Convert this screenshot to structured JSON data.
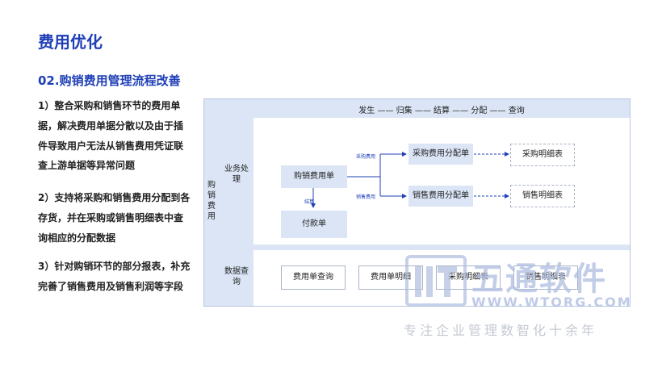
{
  "page": {
    "title": "费用优化",
    "section_title": "02.购销费用管理流程改善",
    "paragraphs": [
      "1）整合采购和销售环节的费用单据，解决费用单据分散以及由于插件导致用户无法从销售费用凭证联查上游单据等异常问题",
      "2）支持将采购和销售费用分配到各存货，并在采购或销售明细表中查询相应的分配数据",
      "3）针对购销环节的部分报表，补充完善了销售费用及销售利润等字段"
    ]
  },
  "diagram": {
    "left_label": "购销费用",
    "row1_label": "业务处理",
    "row2_label": "数据查询",
    "header": "发生 —— 归集 —— 结算 —— 分配 —— 查询",
    "nodes": {
      "expense_doc": "购销费用单",
      "payment": "付款单",
      "purchase_alloc": "采购费用分配单",
      "sales_alloc": "销售费用分配单",
      "purchase_detail": "采购明细表",
      "sales_detail": "销售明细表"
    },
    "edge_labels": {
      "purchase_expense": "采购费用",
      "sales_expense": "销售费用",
      "settle": "结算"
    },
    "query_boxes": [
      "费用单查询",
      "费用单明细",
      "采购明细表",
      "销售明细表"
    ]
  },
  "watermark": {
    "brand": "五通软件",
    "url": "WWW.WTORG.COM",
    "slogan": "专注企业管理数智化十余年",
    "logo_text": "WT"
  },
  "colors": {
    "accent": "#1f3fb7",
    "band": "#dbe5f6"
  }
}
